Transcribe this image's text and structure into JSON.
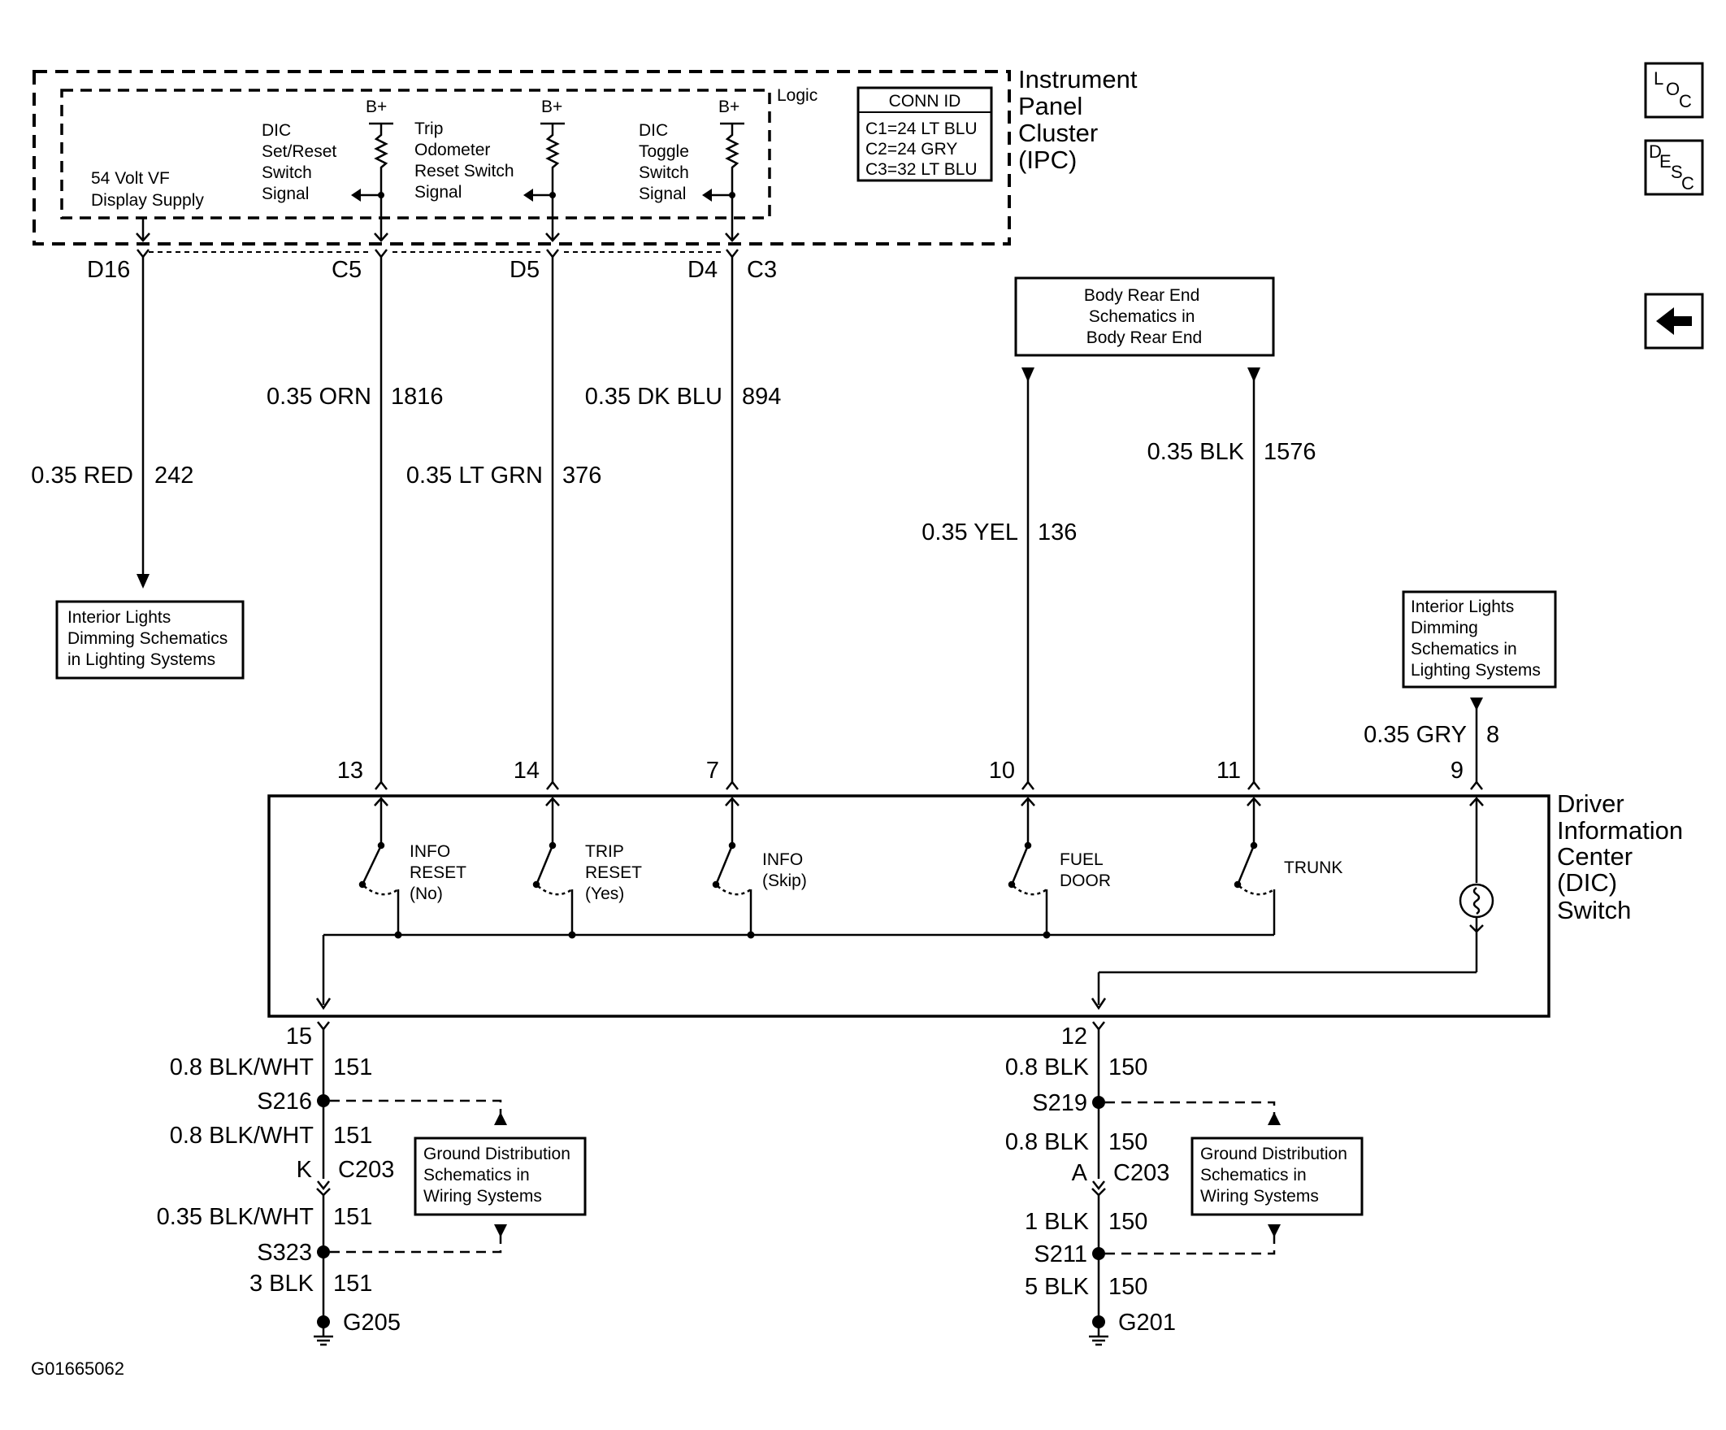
{
  "ipc": {
    "title": [
      "Instrument",
      "Panel",
      "Cluster",
      "(IPC)"
    ],
    "logic_label": "Logic",
    "conn_id": {
      "title": "CONN ID",
      "rows": [
        "C1=24 LT BLU",
        "C2=24 GRY",
        "C3=32 LT BLU"
      ]
    },
    "bplus": [
      "B+",
      "B+",
      "B+"
    ],
    "signals": {
      "display_supply": [
        "54 Volt VF",
        "Display Supply"
      ],
      "set_reset": [
        "DIC",
        "Set/Reset",
        "Switch",
        "Signal"
      ],
      "trip_reset": [
        "Trip",
        "Odometer",
        "Reset Switch",
        "Signal"
      ],
      "toggle": [
        "DIC",
        "Toggle",
        "Switch",
        "Signal"
      ]
    },
    "pins": [
      "D16",
      "C5",
      "D5",
      "D4",
      "C3"
    ]
  },
  "wires": [
    {
      "gauge": "0.35 RED",
      "circuit": "242"
    },
    {
      "gauge": "0.35 ORN",
      "circuit": "1816"
    },
    {
      "gauge": "0.35 LT GRN",
      "circuit": "376"
    },
    {
      "gauge": "0.35 DK BLU",
      "circuit": "894"
    },
    {
      "gauge": "0.35 YEL",
      "circuit": "136"
    },
    {
      "gauge": "0.35 BLK",
      "circuit": "1576"
    },
    {
      "gauge": "0.35 GRY",
      "circuit": "8"
    }
  ],
  "refs": {
    "interior_left": [
      "Interior Lights",
      "Dimming Schematics",
      "in Lighting Systems"
    ],
    "body_rear": [
      "Body Rear End",
      "Schematics in",
      "Body Rear End"
    ],
    "interior_right": [
      "Interior Lights",
      "Dimming",
      "Schematics in",
      "Lighting Systems"
    ],
    "ground_left": [
      "Ground Distribution",
      "Schematics in",
      "Wiring Systems"
    ],
    "ground_right": [
      "Ground Distribution",
      "Schematics in",
      "Wiring Systems"
    ]
  },
  "dic": {
    "title": [
      "Driver",
      "Information",
      "Center",
      "(DIC)",
      "Switch"
    ],
    "pins_top": [
      "13",
      "14",
      "7",
      "10",
      "11",
      "9"
    ],
    "switches": [
      [
        "INFO",
        "RESET",
        "(No)"
      ],
      [
        "TRIP",
        "RESET",
        "(Yes)"
      ],
      [
        "INFO",
        "(Skip)"
      ],
      [
        "FUEL",
        "DOOR"
      ],
      [
        "TRUNK"
      ]
    ],
    "pins_bottom": [
      "15",
      "12"
    ]
  },
  "ground_left": {
    "pin": "15",
    "w1": {
      "gauge": "0.8 BLK/WHT",
      "circuit": "151"
    },
    "splice1": "S216",
    "w2": {
      "gauge": "0.8 BLK/WHT",
      "circuit": "151"
    },
    "conn_pin": "K",
    "conn": "C203",
    "w3": {
      "gauge": "0.35 BLK/WHT",
      "circuit": "151"
    },
    "splice2": "S323",
    "w4": {
      "gauge": "3 BLK",
      "circuit": "151"
    },
    "ground": "G205"
  },
  "ground_right": {
    "pin": "12",
    "w1": {
      "gauge": "0.8 BLK",
      "circuit": "150"
    },
    "splice1": "S219",
    "w2": {
      "gauge": "0.8 BLK",
      "circuit": "150"
    },
    "conn_pin": "A",
    "conn": "C203",
    "w3": {
      "gauge": "1 BLK",
      "circuit": "150"
    },
    "splice2": "S211",
    "w4": {
      "gauge": "5 BLK",
      "circuit": "150"
    },
    "ground": "G201"
  },
  "nav": {
    "loc": [
      "L",
      "O",
      "C"
    ],
    "desc": [
      "D",
      "E",
      "S",
      "C"
    ],
    "back_icon": "left-arrow-icon"
  },
  "figure_id": "G01665062"
}
